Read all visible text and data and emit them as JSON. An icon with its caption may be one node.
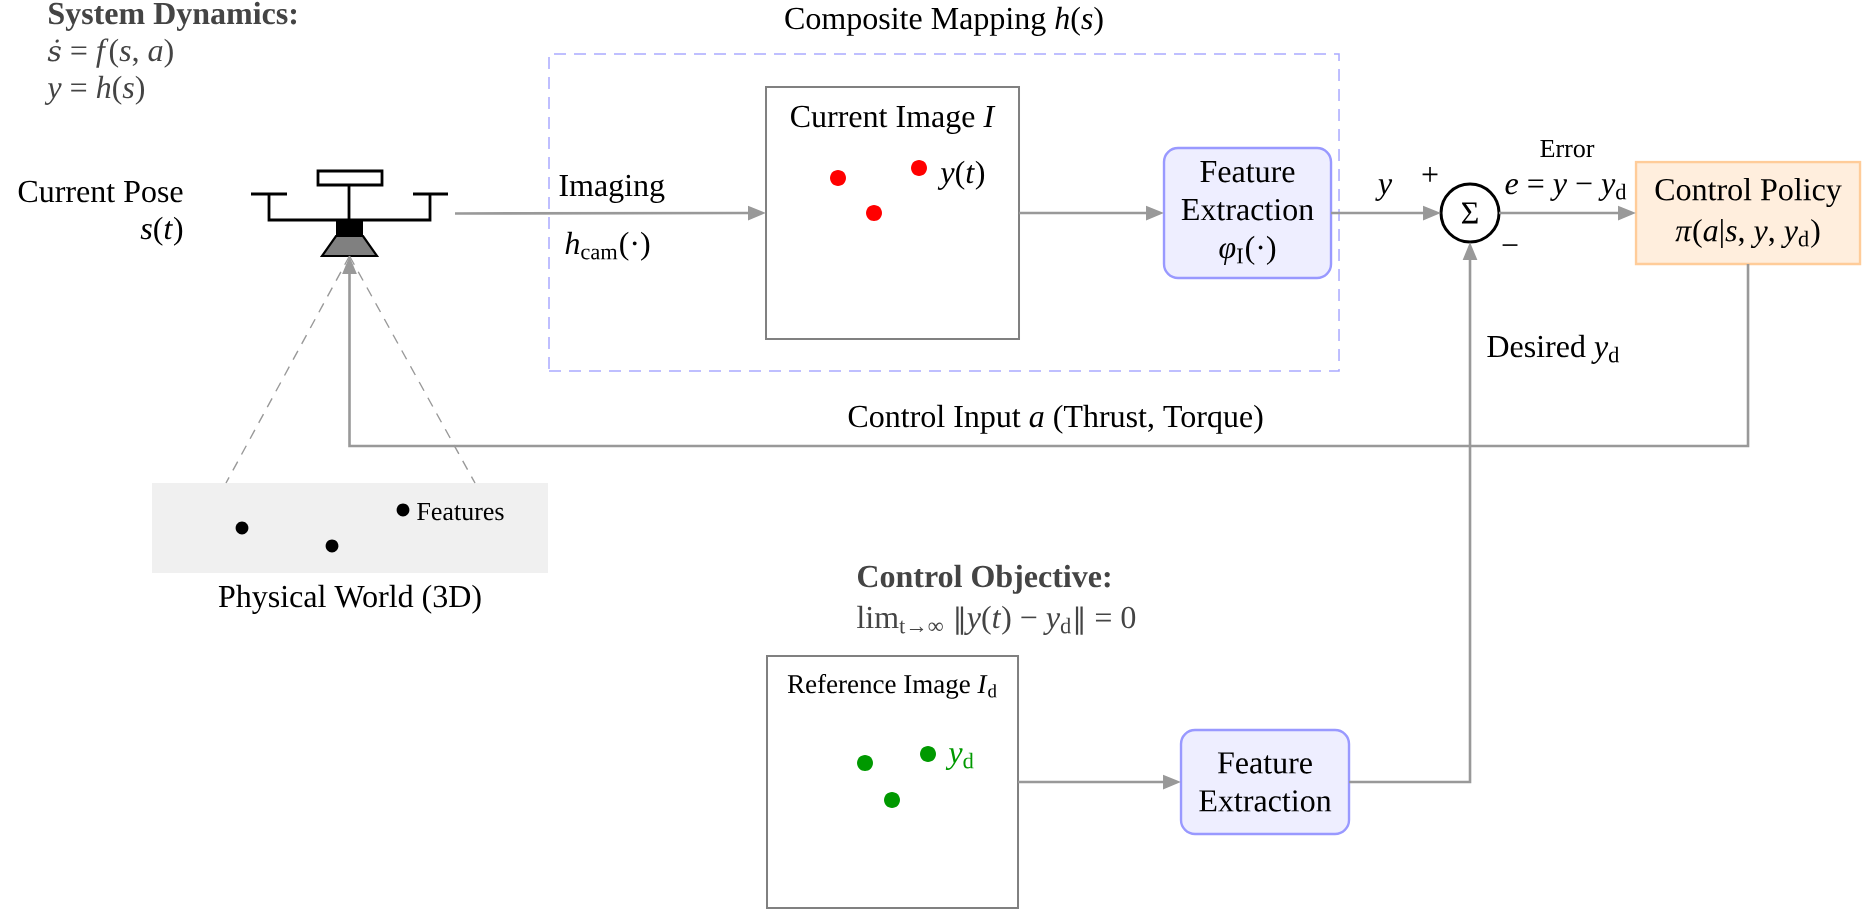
{
  "diagram": {
    "nodes": [
      {
        "text": [],
        "shape": "picture",
        "beside": [
          "Current Pose",
          "*s*(*t*)"
        ]
      },
      {
        "text": [
          "Composite Mapping *h*(*s*)"
        ]
      },
      {
        "text": [
          "Current Image *I*",
          "*y*(*t*)"
        ],
        "in": 1
      },
      {
        "text": [
          "Feature Extraction",
          "*φ*$_{I}$(·)"
        ],
        "in": 1
      },
      {
        "text": [
          "Σ"
        ]
      },
      {
        "text": [
          "Control Policy",
          "*π*(*a*|*s*, *y*, *y*$_{d}$)"
        ]
      },
      {
        "text": [
          "Features"
        ],
        "beside": [
          "Physical World (3D)"
        ]
      },
      {
        "text": [
          "Reference Image *I*$_{d}$",
          "*y*$_{d}$"
        ]
      },
      {
        "text": [
          "Feature Extraction"
        ]
      }
    ],
    "edges": [
      {
        "from": 0,
        "to": 2,
        "arrow": "to",
        "label": "Imaging"
      },
      {
        "from": 2,
        "to": 3,
        "arrow": "to"
      },
      {
        "from": 3,
        "to": 4,
        "arrow": "to",
        "label": "y"
      },
      {
        "from": 4,
        "to": 5,
        "arrow": "to",
        "label": "Error"
      },
      {
        "from": 5,
        "to": 0,
        "arrow": "to",
        "label": "Control Input *a* (Thrust, Torque)"
      },
      {
        "from": 7,
        "to": 8,
        "arrow": "to"
      },
      {
        "from": 8,
        "to": 4,
        "arrow": "to",
        "label": "Desired *y*$_{d}$"
      },
      {
        "from": 0,
        "to": 6,
        "arrow": "none",
        "style": "dashed"
      },
      {
        "from": 0,
        "to": 6,
        "arrow": "none",
        "style": "dashed"
      }
    ],
    "labels": [
      "System Dynamics:",
      "*ṡ* = *f*(*s*, *a*)",
      "*y* = *h*(*s*)",
      "*h*$_{cam}$(·)",
      "+",
      "*e* = *y* − *y*$_{d}$",
      "−",
      "Control Objective:",
      "lim$_{t→∞}$ ‖*y*(*t*) − *y*$_{d}$‖ = 0"
    ]
  }
}
